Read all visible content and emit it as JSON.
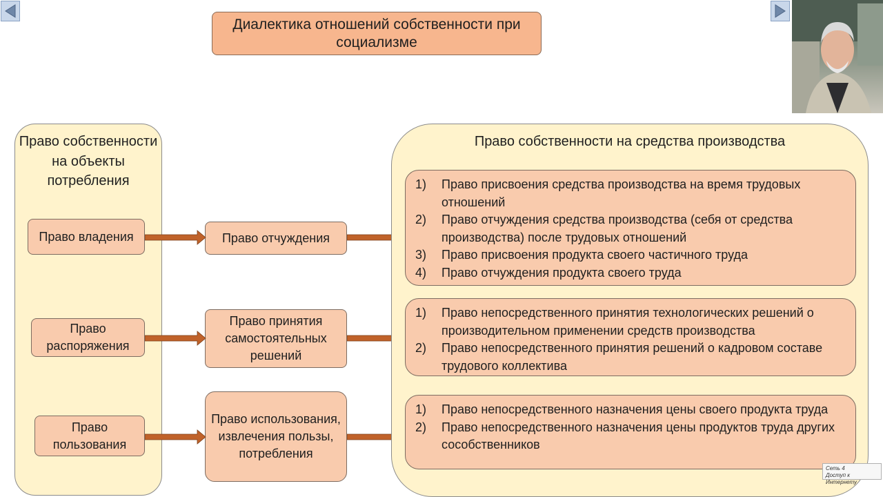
{
  "nav": {
    "prev_icon": "triangle-left-icon",
    "next_icon": "triangle-right-icon"
  },
  "title": "Диалектика отношений собственности при социализме",
  "left_panel": {
    "heading": "Право собственности на объекты потребления",
    "items": [
      "Право владения",
      "Право распоряжения",
      "Право пользования"
    ]
  },
  "middle": [
    "Право отчуждения",
    "Право принятия самостоятельных решений",
    "Право использования, извлечения пользы, потребления"
  ],
  "right_panel": {
    "heading": "Право собственности на средства производства",
    "groups": [
      [
        {
          "n": "1)",
          "text": "Право присвоения средства производства на время трудовых отношений"
        },
        {
          "n": "2)",
          "text": "Право отчуждения средства производства  (себя от средства производства) после трудовых отношений"
        },
        {
          "n": "3)",
          "text": "Право присвоения продукта своего частичного труда"
        },
        {
          "n": "4)",
          "text": "Право отчуждения продукта своего труда"
        }
      ],
      [
        {
          "n": "1)",
          "text": "Право непосредственного принятия технологических решений о производительном применении средств производства"
        },
        {
          "n": "2)",
          "text": "Право непосредственного принятия решений о кадровом составе трудового коллектива"
        }
      ],
      [
        {
          "n": "1)",
          "text": "Право непосредственного назначения цены своего продукта труда"
        },
        {
          "n": "2)",
          "text": "Право непосредственного назначения цены продуктов труда других сособственников"
        }
      ]
    ]
  },
  "network_tooltip": {
    "line1": "Сеть  4",
    "line2": "Доступ к Интернету"
  },
  "colors": {
    "peach": "#f9cbad",
    "title_peach": "#f7b68e",
    "cream": "#fff3cc",
    "arrow": "#c0622a"
  }
}
